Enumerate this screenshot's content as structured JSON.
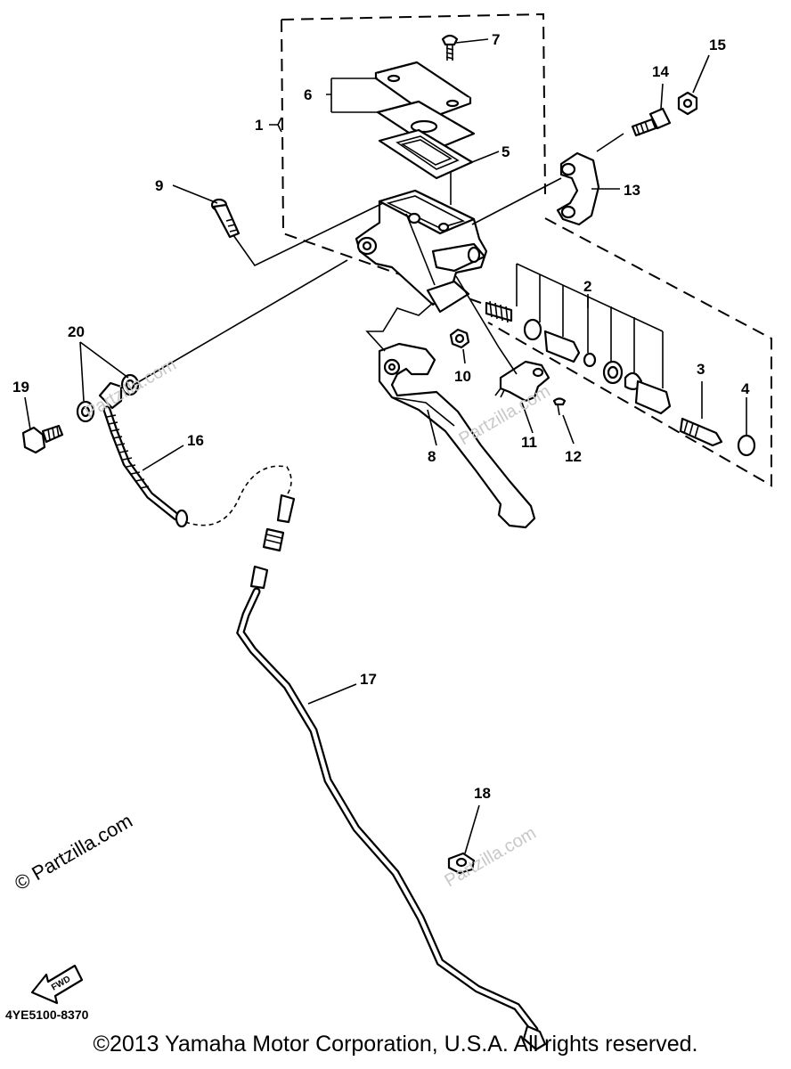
{
  "diagram": {
    "callouts": [
      "1",
      "2",
      "3",
      "4",
      "5",
      "6",
      "7",
      "8",
      "9",
      "10",
      "11",
      "12",
      "13",
      "14",
      "15",
      "16",
      "17",
      "18",
      "19",
      "20"
    ],
    "watermark": "© Partzilla.com",
    "watermark_faint": "Partzilla.com",
    "fwd_label": "FWD",
    "diagram_code": "4YE5100-8370",
    "copyright": "©2013 Yamaha Motor Corporation, U.S.A. All rights reserved."
  }
}
